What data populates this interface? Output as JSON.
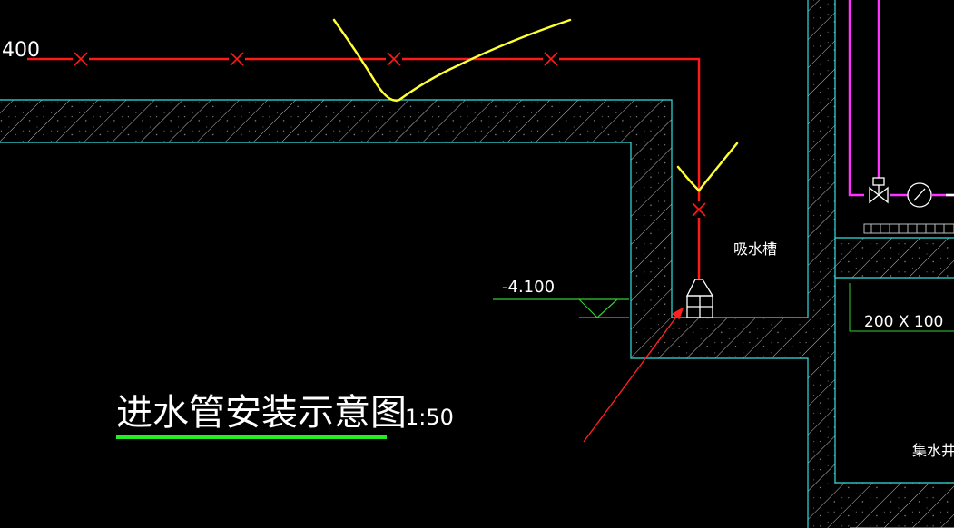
{
  "labels": {
    "pipe_size": "400",
    "elevation": "-4.100",
    "suction_tank": "吸水槽",
    "opening_size": "200 X 100",
    "sump": "集水井",
    "title": "进水管安装示意图",
    "scale": "1:50"
  },
  "colors": {
    "background": "#000000",
    "pipe": "#ff1a1a",
    "wall_outline": "#33e0e0",
    "hatch": "#cfcfcf",
    "markup": "#ffff33",
    "elevation_mark": "#33cc33",
    "title_underline": "#22ee22",
    "branch_pipe": "#ff33ff",
    "arrow": "#ff2020",
    "text": "#ffffff"
  },
  "icons": [
    "pipe-break-x-icon",
    "valve-icon",
    "pressure-gauge-icon",
    "suction-bellmouth-icon",
    "elevation-triangle-icon"
  ]
}
